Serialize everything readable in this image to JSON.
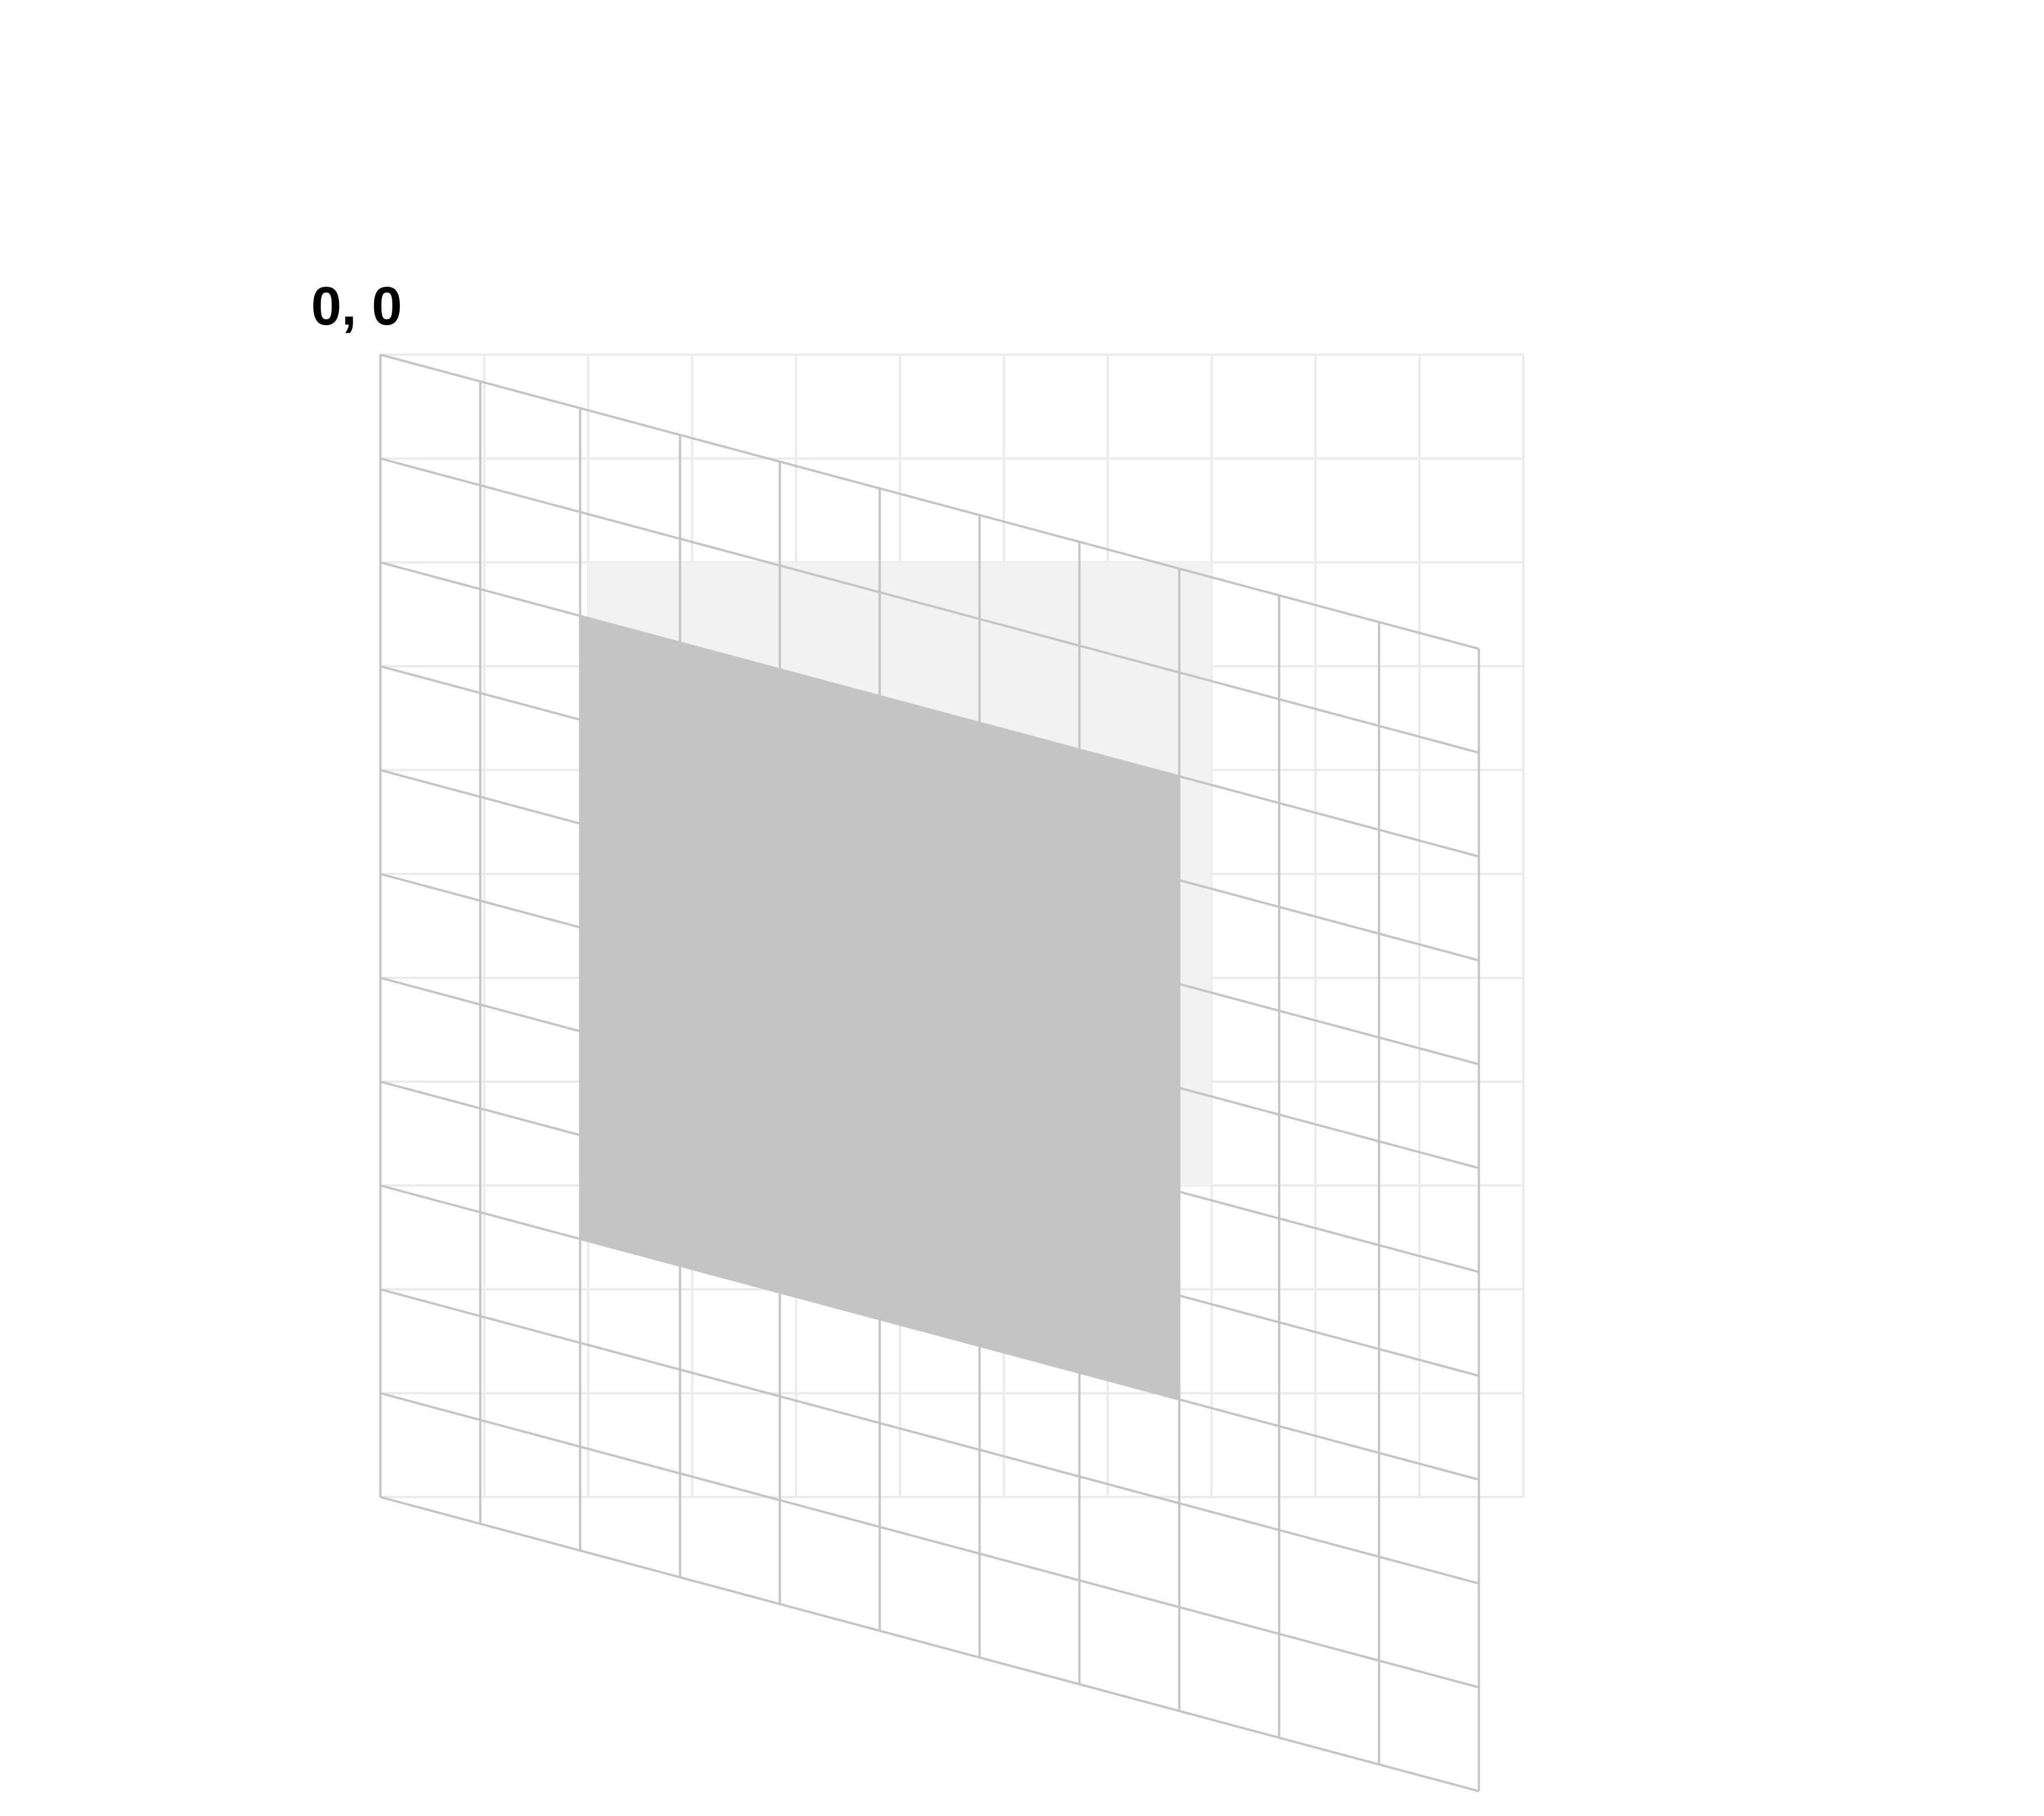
{
  "origin_label": "0, 0",
  "grid": {
    "columns": 11,
    "rows": 11
  },
  "original_rect": {
    "col_start": 2,
    "row_start": 2,
    "col_end": 8,
    "row_end": 8
  },
  "skew_ratio": 0.2679,
  "colors": {
    "background": "#ffffff",
    "original_grid": "#ebebeb",
    "original_rect_fill": "#f2f2f2",
    "transformed_grid": "#c4c4c4",
    "transformed_rect_fill": "#c4c4c4",
    "label": "#000000"
  }
}
